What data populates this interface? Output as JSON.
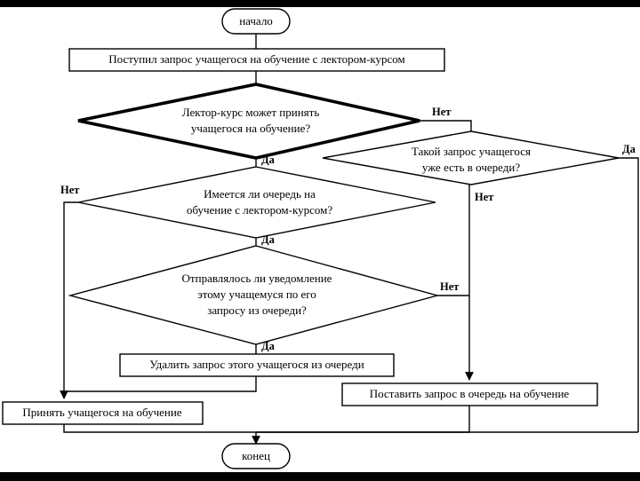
{
  "diagram": {
    "kind": "flowchart",
    "language": "ru",
    "background_color": "#000000",
    "sheet_color": "#ffffff",
    "line_color": "#000000",
    "terminals": {
      "start": "начало",
      "end": "конец"
    },
    "nodes": [
      {
        "id": "start",
        "type": "terminator",
        "text": "начало"
      },
      {
        "id": "request_received",
        "type": "process",
        "text": "Поступил запрос учащегося на обучение с лектором-курсом"
      },
      {
        "id": "can_accept",
        "type": "decision",
        "emphasis": "bold",
        "lines": [
          "Лектор-курс может принять",
          "учащегося на обучение?"
        ]
      },
      {
        "id": "already_in_queue",
        "type": "decision",
        "lines": [
          "Такой запрос учащегося",
          "уже есть в очереди?"
        ]
      },
      {
        "id": "queue_exists",
        "type": "decision",
        "lines": [
          "Имеется ли очередь на",
          "обучение с лектором-курсом?"
        ]
      },
      {
        "id": "notification_sent",
        "type": "decision",
        "lines": [
          "Отправлялось ли уведомление",
          "этому учащемуся по его",
          "запросу из очереди?"
        ]
      },
      {
        "id": "delete_request",
        "type": "process",
        "text": "Удалить запрос этого учащегося из очереди"
      },
      {
        "id": "accept_student",
        "type": "process",
        "text": "Принять учащегося на обучение"
      },
      {
        "id": "enqueue_request",
        "type": "process",
        "text": "Поставить запрос в очередь на обучение"
      },
      {
        "id": "end",
        "type": "terminator",
        "text": "конец"
      }
    ],
    "branch_labels": {
      "can_accept_yes": "Да",
      "can_accept_no": "Нет",
      "already_in_queue_yes": "Да",
      "already_in_queue_no": "Нет",
      "queue_exists_yes": "Да",
      "queue_exists_no": "Нет",
      "notification_sent_yes": "Да",
      "notification_sent_no": "Нет"
    }
  }
}
